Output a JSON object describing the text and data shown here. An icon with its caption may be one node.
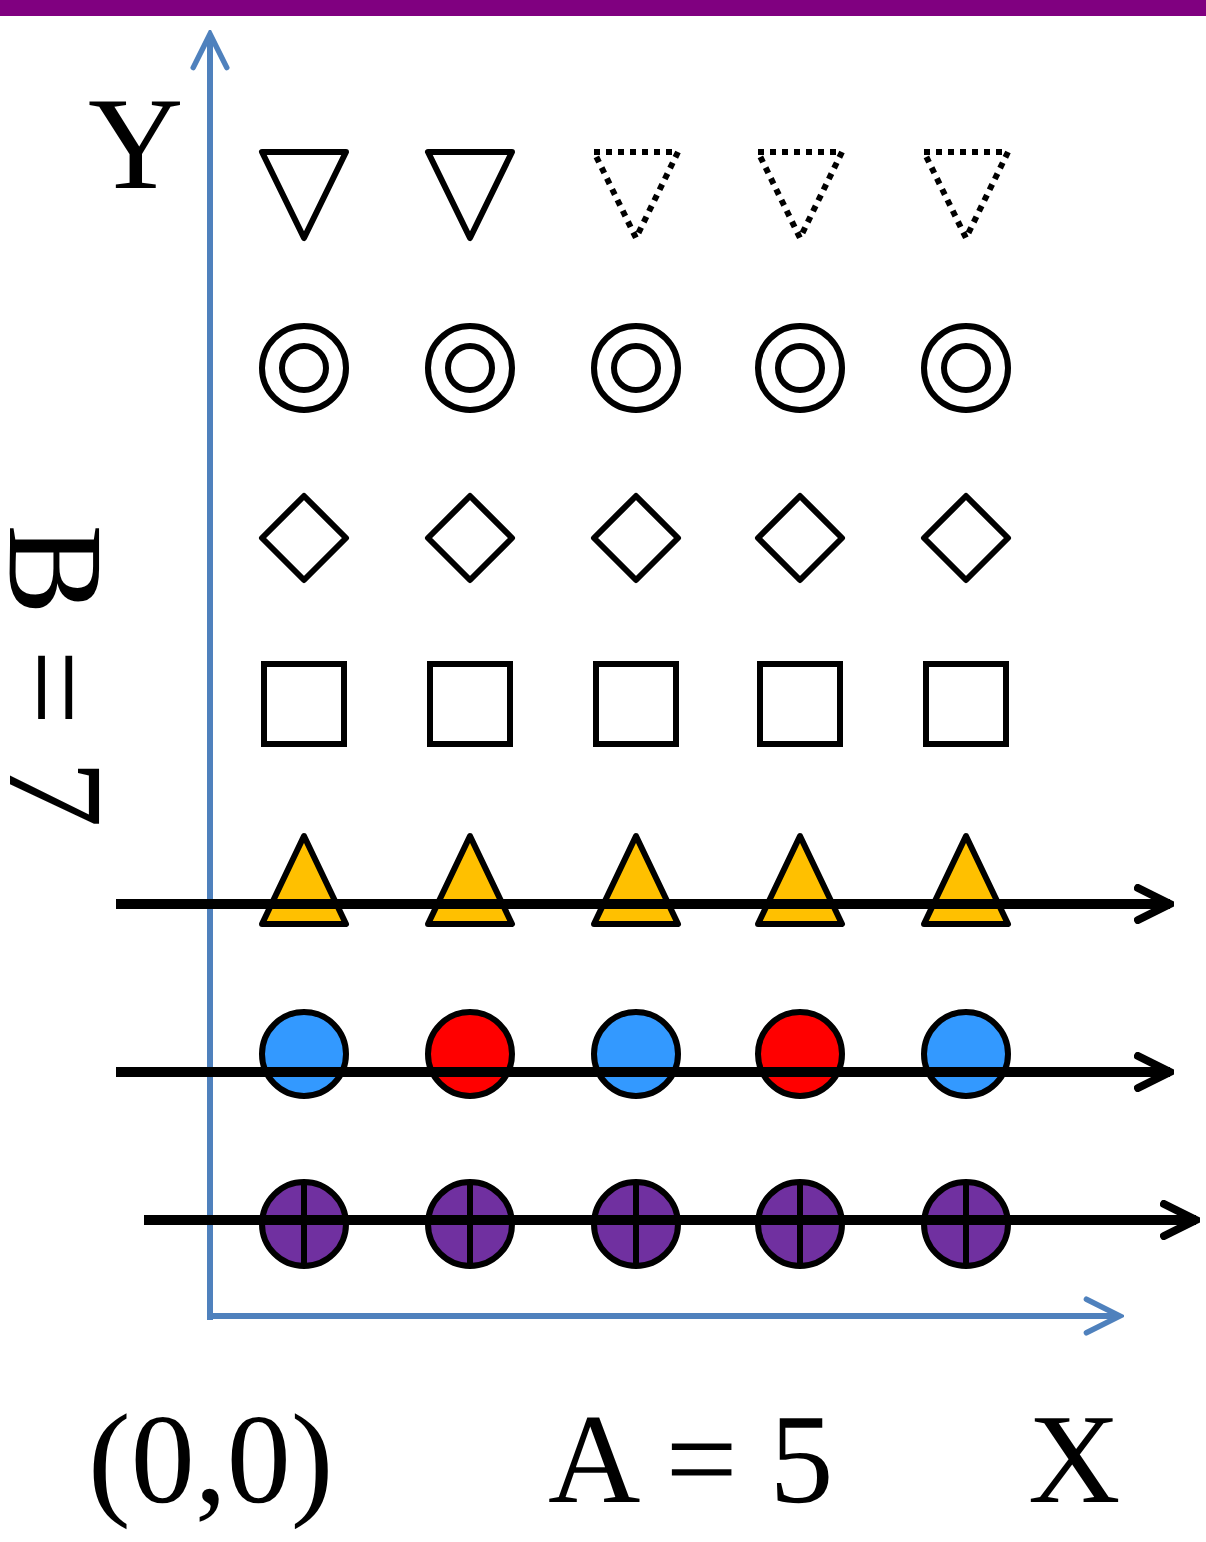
{
  "diagram": {
    "labels": [
      "Y",
      "B = 7",
      "(0,0)",
      "A = 5",
      "X"
    ]
  }
}
